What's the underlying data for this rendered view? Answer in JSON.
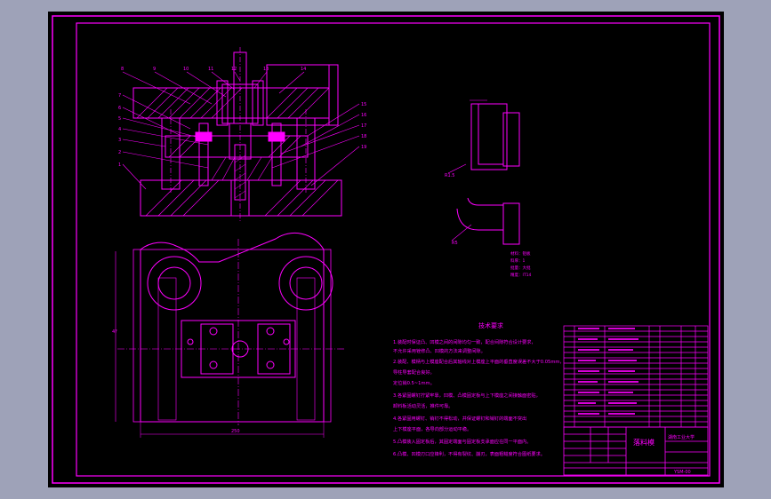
{
  "drawing": {
    "dimensions": {
      "height_dim": "4?",
      "width_dim": "250"
    },
    "callouts_top_left": [
      "8",
      "9",
      "10",
      "11",
      "12",
      "13",
      "14"
    ],
    "callouts_left": [
      "7",
      "6",
      "5",
      "4",
      "3",
      "2",
      "1"
    ],
    "callouts_right": [
      "15",
      "16",
      "17",
      "18",
      "19"
    ],
    "part_labels": [
      "R1.5",
      "R5"
    ],
    "part_notes": [
      "材料：铝板",
      "料厚：1",
      "批量：大批",
      "精度：IT14"
    ],
    "tech_requirements": {
      "title": "技术要求",
      "lines": [
        "1.装配时保证凸、凹模之间的间隙均匀一致，配合间隙符合设计要求，",
        "  不允许采用锉修凸、凹模的方法来调整间隙。",
        "2.装配、模柄与上模座配合后其轴线对上模座上平面的垂直度误差不大于0.05mm，",
        "  导柱导套配合良好。",
        "  定位销0.5~1mm。",
        "3.各紧固螺钉拧紧牢靠，凹模、凸模固定板与上下模座之间接触面密贴，",
        "  卸料板活动灵活，推件可靠。",
        "4.各紧固用螺钉、销钉不得松动，并保证螺钉和销钉的端面不突出",
        "  上下模座平面，各导向部分运动平稳。",
        "5.凸模装入固定板后，其固定端面与固定板支承面应在同一平面内。",
        "6.凸模、凹模刃口应锋利，不得有裂纹、崩刃，表面粗糙度符合图纸要求。"
      ]
    },
    "title_block": {
      "drawing_name": "落料模",
      "school": "湖南工业大学",
      "drawing_no": "YSM-00"
    }
  }
}
